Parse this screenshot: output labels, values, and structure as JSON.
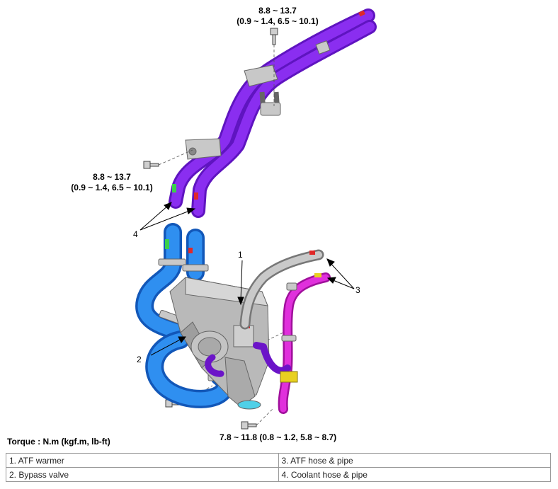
{
  "torque_labels": {
    "top": {
      "line1": "8.8 ~ 13.7",
      "line2": "(0.9 ~ 1.4, 6.5 ~ 10.1)"
    },
    "middle": {
      "line1": "8.8 ~ 13.7",
      "line2": "(0.9 ~ 1.4, 6.5 ~ 10.1)"
    },
    "bottom": {
      "line1": "7.8 ~ 11.8 (0.8 ~ 1.2, 5.8 ~ 8.7)"
    }
  },
  "callouts": {
    "c1": "1",
    "c2": "2",
    "c3": "3",
    "c4": "4"
  },
  "torque_title": "Torque : N.m (kgf.m, lb-ft)",
  "legend": {
    "rows": [
      [
        "1. ATF warmer",
        "3. ATF hose & pipe"
      ],
      [
        "2. Bypass valve",
        "4. Coolant hose & pipe"
      ]
    ]
  },
  "colors": {
    "coolant_hose": "#7b1fe0",
    "lower_coolant_hose": "#1e7de8",
    "atf_hose": "#d21ccf",
    "warmer_body": "#b9b9b9",
    "clamp": "#bfbfbf",
    "marker_green": "#3ad04a",
    "marker_red": "#e02828",
    "marker_yellow": "#e8d020"
  }
}
